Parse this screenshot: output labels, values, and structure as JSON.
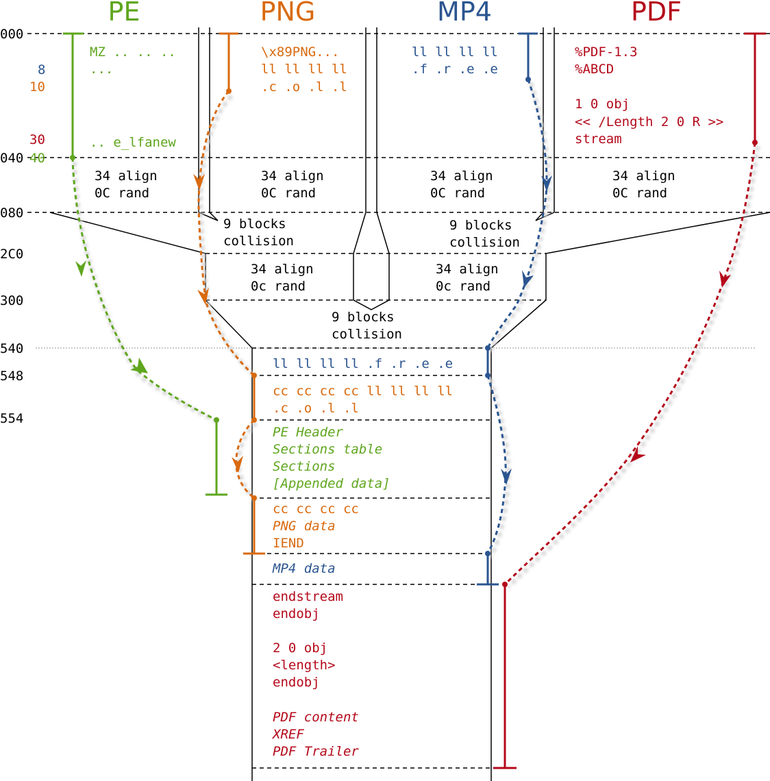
{
  "colors": {
    "pe": "#5fa61e",
    "png": "#d96a0f",
    "mp4": "#2b5590",
    "pdf": "#b4091a",
    "line": "#000000",
    "shadow": "#d7d7d7"
  },
  "headers": {
    "pe": "PE",
    "png": "PNG",
    "mp4": "MP4",
    "pdf": "PDF"
  },
  "offsets": {
    "o000": "000",
    "o8": "8",
    "o10": "10",
    "o30": "30",
    "o040": "040",
    "o40": "40",
    "o080": "080",
    "o2c0": "2C0",
    "o300": "300",
    "o540": "540",
    "o548": "548",
    "o554": "554"
  },
  "pe": {
    "l1": "MZ .. .. ..",
    "l2": "...",
    "l3": ".. e_lfanew"
  },
  "png": {
    "l1": "\\x89PNG...",
    "l2": "ll ll ll ll",
    "l3": ".c .o .l .l"
  },
  "mp4": {
    "l1": "ll ll ll ll",
    "l2": ".f .r .e .e"
  },
  "pdf": {
    "l1": "%PDF-1.3",
    "l2": "%ABCD",
    "l3": "1 0 obj",
    "l4": "<< /Length 2 0 R >>",
    "l5": "stream"
  },
  "align": {
    "a": "34 align",
    "b": "0C rand",
    "c": "0c rand"
  },
  "collision": {
    "a": "9 blocks",
    "b": "collision"
  },
  "merged": {
    "mp4_line": "ll ll ll ll .f .r .e .e",
    "png_line1": "cc cc cc cc ll ll ll ll",
    "png_line2": ".c .o .l .l",
    "pe_header": "PE Header",
    "pe_sections_table": "Sections table",
    "pe_sections": "Sections",
    "pe_appended": "[Appended data]",
    "png_cc": "cc cc cc cc",
    "png_data": "PNG data",
    "png_iend": "IEND",
    "mp4_data": "MP4 data",
    "pdf_endstream": "endstream",
    "pdf_endobj": "endobj",
    "pdf_obj2": "2 0 obj",
    "pdf_length": "<length>",
    "pdf_endobj2": "endobj",
    "pdf_content": "PDF content",
    "pdf_xref": "XREF",
    "pdf_trailer": "PDF Trailer"
  }
}
